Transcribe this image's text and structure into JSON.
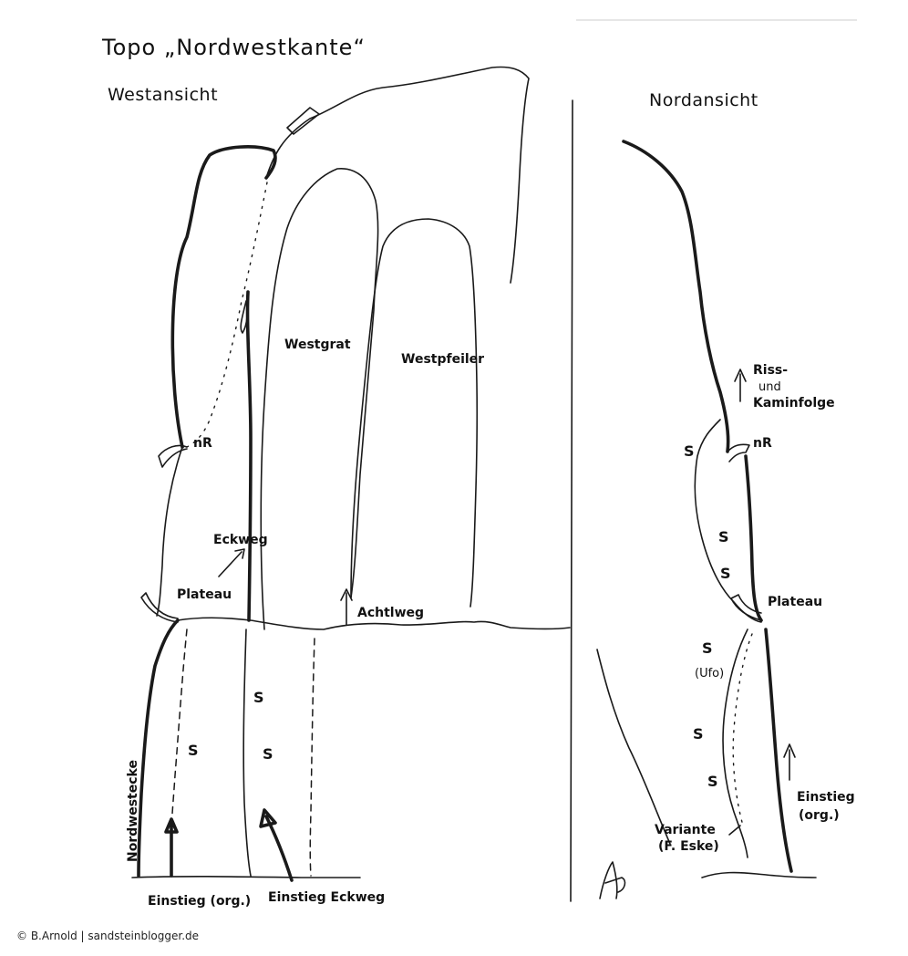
{
  "title": "Topo „Nordwestkante“",
  "views": {
    "west": "Westansicht",
    "north": "Nordansicht"
  },
  "west_labels": {
    "westgrat": "Westgrat",
    "westpfeiler": "Westpfeiler",
    "nr": "nR",
    "eckweg": "Eckweg",
    "plateau": "Plateau",
    "achtlweg": "Achtlweg",
    "nordwestecke": "Nordwestecke",
    "s1": "S",
    "s2": "S",
    "s3": "S",
    "einstieg_org": "Einstieg (org.)",
    "einstieg_eckweg": "Einstieg Eckweg"
  },
  "north_labels": {
    "riss1": "Riss-",
    "riss2": "und",
    "riss3": "Kaminfolge",
    "nr": "nR",
    "s1": "S",
    "s2": "S",
    "s3": "S",
    "plateau": "Plateau",
    "s4": "S",
    "ufo": "(Ufo)",
    "s5": "S",
    "s6": "S",
    "einstieg1": "Einstieg",
    "einstieg2": "(org.)",
    "variante1": "Variante",
    "variante2": "(F. Eske)"
  },
  "credit": "© B.Arnold | sandsteinblogger.de"
}
